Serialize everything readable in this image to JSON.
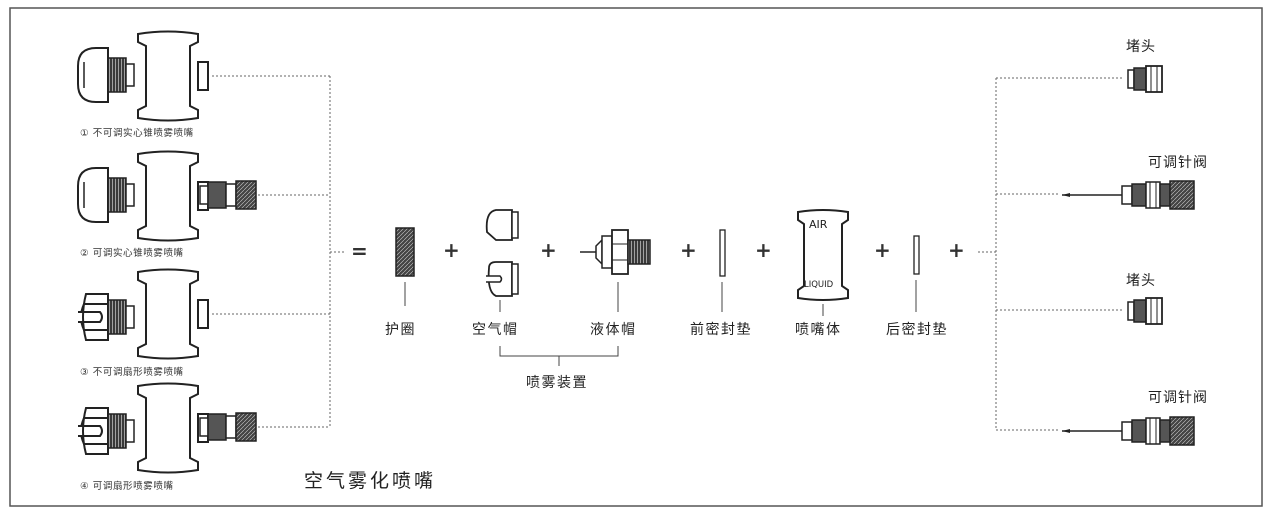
{
  "title": "空气雾化喷嘴",
  "variants": [
    {
      "num": "①",
      "text": "不可调实心锥喷雾喷嘴"
    },
    {
      "num": "②",
      "text": "可调实心锥喷雾喷嘴"
    },
    {
      "num": "③",
      "text": "不可调扇形喷雾喷嘴"
    },
    {
      "num": "④",
      "text": "可调扇形喷雾喷嘴"
    }
  ],
  "equals_symbol": "=",
  "plus_symbol": "+",
  "parts": {
    "retaining_ring": "护圈",
    "air_cap": "空气帽",
    "fluid_cap": "液体帽",
    "front_gasket": "前密封垫",
    "nozzle_body": "喷嘴体",
    "rear_gasket": "后密封垫"
  },
  "spray_setup_label": "喷雾装置",
  "nozzle_body_air": "AIR",
  "nozzle_body_liquid": "LIQUID",
  "right_options": [
    "堵头",
    "可调针阀",
    "堵头",
    "可调针阀"
  ]
}
